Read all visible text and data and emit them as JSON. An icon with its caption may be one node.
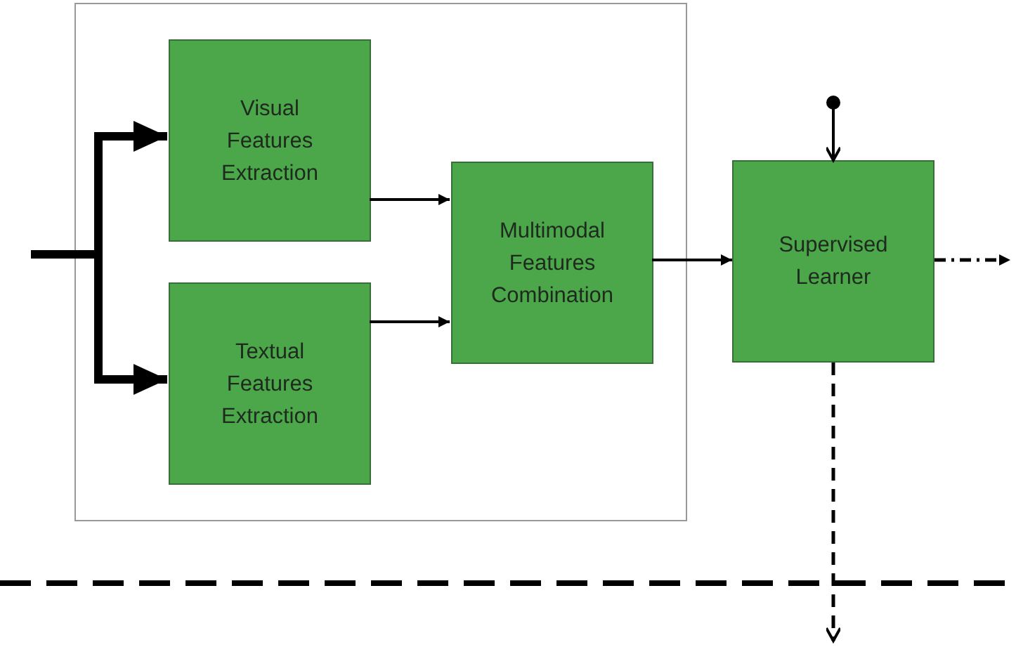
{
  "diagram": {
    "nodes": [
      {
        "text": [],
        "shape": "box"
      },
      {
        "text": [
          "Visual Features Extraction"
        ],
        "in": 0
      },
      {
        "text": [
          "Textual Features Extraction"
        ],
        "in": 0
      },
      {
        "text": [
          "Multimodal Features Combination"
        ],
        "in": 0
      },
      {
        "text": [
          "Supervised Learner"
        ]
      }
    ],
    "edges": [
      {
        "from": null,
        "to": 1,
        "arrow": "to",
        "style": "thick"
      },
      {
        "from": null,
        "to": 2,
        "arrow": "to",
        "style": "thick"
      },
      {
        "from": 1,
        "to": 3,
        "arrow": "to"
      },
      {
        "from": 2,
        "to": 3,
        "arrow": "to"
      },
      {
        "from": 3,
        "to": 4,
        "arrow": "to"
      },
      {
        "from": null,
        "to": 4,
        "arrow": "to"
      },
      {
        "from": 4,
        "to": null,
        "arrow": "to",
        "style": "dashed"
      },
      {
        "from": 4,
        "to": null,
        "arrow": "to",
        "style": "dashed"
      }
    ]
  }
}
